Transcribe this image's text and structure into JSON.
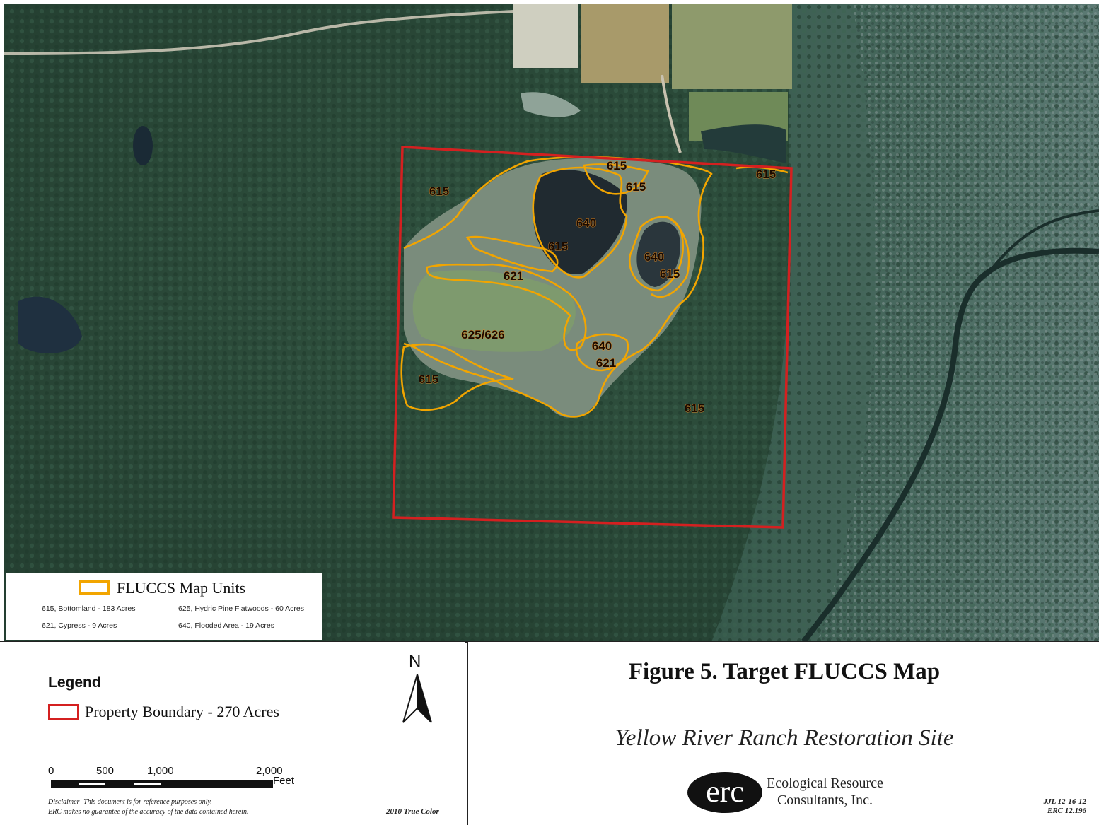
{
  "map": {
    "unit_labels": [
      {
        "id": "a",
        "text": "615"
      },
      {
        "id": "b",
        "text": "615"
      },
      {
        "id": "c",
        "text": "615"
      },
      {
        "id": "d",
        "text": "615"
      },
      {
        "id": "e",
        "text": "640"
      },
      {
        "id": "f",
        "text": "615"
      },
      {
        "id": "g",
        "text": "640"
      },
      {
        "id": "h",
        "text": "615"
      },
      {
        "id": "i",
        "text": "621"
      },
      {
        "id": "j",
        "text": "625/626"
      },
      {
        "id": "k",
        "text": "640"
      },
      {
        "id": "l",
        "text": "621"
      },
      {
        "id": "m",
        "text": "615"
      },
      {
        "id": "n",
        "text": "615"
      }
    ]
  },
  "fluccs_legend": {
    "title": "FLUCCS Map Units",
    "entries": [
      "615, Bottomland - 183 Acres",
      "625, Hydric Pine Flatwoods - 60 Acres",
      "621, Cypress - 9 Acres",
      "640, Flooded Area - 19 Acres"
    ]
  },
  "legend": {
    "title": "Legend",
    "boundary_label": "Property Boundary - 270 Acres"
  },
  "north": "N",
  "scale": {
    "ticks": [
      "0",
      "500",
      "1,000",
      "2,000"
    ],
    "unit": "Feet"
  },
  "disclaimer": {
    "line1": "Disclaimer- This document is for reference purposes only.",
    "line2": "ERC makes no guarantee of the accuracy of the data contained herein."
  },
  "imagery": "2010 True Color",
  "figure_title": "Figure 5. Target FLUCCS Map",
  "site_name": "Yellow River Ranch Restoration Site",
  "company": {
    "logo_text": "erc",
    "line1": "Ecological Resource",
    "line2": "Consultants, Inc."
  },
  "version": {
    "line1": "JJL 12-16-12",
    "line2": "ERC 12.196"
  },
  "colors": {
    "boundary": "#d42020",
    "fluccs": "#f2a500",
    "forest": "#2b4a3a"
  }
}
